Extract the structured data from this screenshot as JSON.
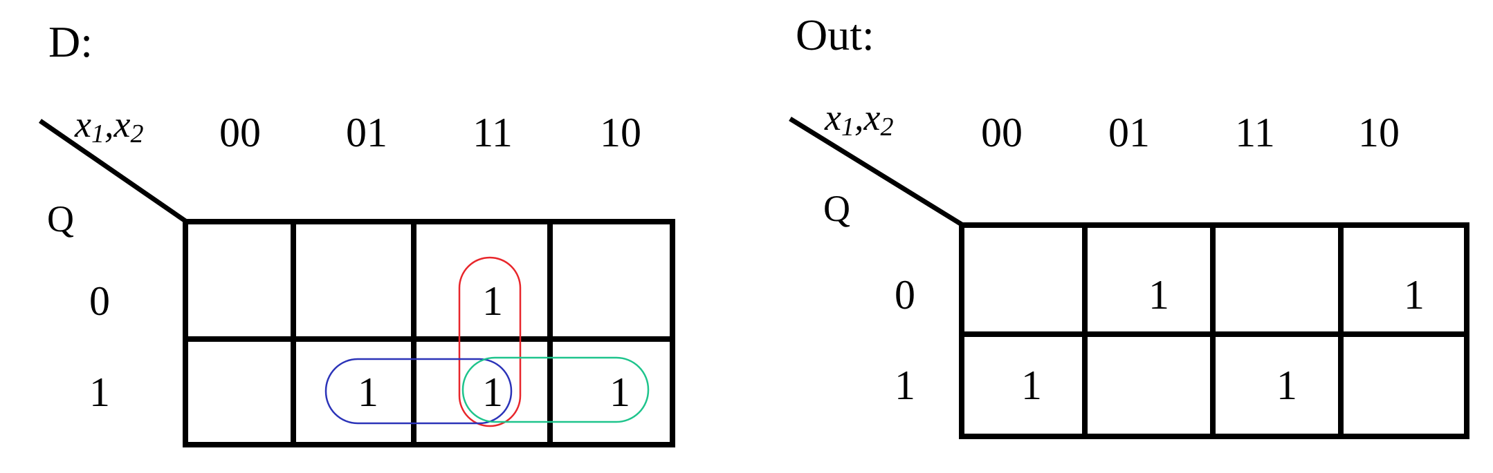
{
  "colors": {
    "ink": "#000000",
    "loop_red": "#e8262b",
    "loop_blue": "#2b33b8",
    "loop_green": "#1ec48c"
  },
  "maps": [
    {
      "id": "d",
      "title": "D:",
      "column_variables": {
        "x": "x",
        "sub1": "1",
        "sep": ",",
        "sub2": "2"
      },
      "row_variable": "Q",
      "column_codes": [
        "00",
        "01",
        "11",
        "10"
      ],
      "row_codes": [
        "0",
        "1"
      ],
      "cells": [
        [
          "",
          "",
          "1",
          ""
        ],
        [
          "",
          "1",
          "1",
          "1"
        ]
      ],
      "groupings": [
        {
          "name": "red-group",
          "color": "loop_red",
          "cells": [
            [
              0,
              2
            ],
            [
              1,
              2
            ]
          ]
        },
        {
          "name": "blue-group",
          "color": "loop_blue",
          "cells": [
            [
              1,
              1
            ],
            [
              1,
              2
            ]
          ]
        },
        {
          "name": "green-group",
          "color": "loop_green",
          "cells": [
            [
              1,
              2
            ],
            [
              1,
              3
            ]
          ]
        }
      ]
    },
    {
      "id": "out",
      "title": "Out:",
      "column_variables": {
        "x": "x",
        "sub1": "1",
        "sep": ",",
        "sub2": "2"
      },
      "row_variable": "Q",
      "column_codes": [
        "00",
        "01",
        "11",
        "10"
      ],
      "row_codes": [
        "0",
        "1"
      ],
      "cells": [
        [
          "",
          "1",
          "",
          "1"
        ],
        [
          "1",
          "",
          "1",
          ""
        ]
      ],
      "groupings": []
    }
  ]
}
